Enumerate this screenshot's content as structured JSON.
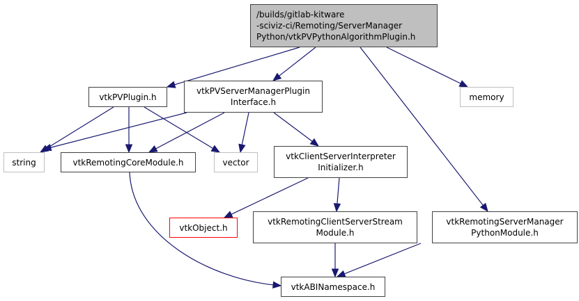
{
  "graph": {
    "edge_color": "#191970",
    "nodes": [
      {
        "id": "root",
        "lines": [
          "/builds/gitlab-kitware",
          "-sciviz-ci/Remoting/ServerManager",
          "Python/vtkPVPythonAlgorithmPlugin.h"
        ],
        "kind": "root"
      },
      {
        "id": "vtkPVPlugin",
        "lines": [
          "vtkPVPlugin.h"
        ],
        "kind": "link"
      },
      {
        "id": "vtkPVSMPluginInterface",
        "lines": [
          "vtkPVServerManagerPlugin",
          "Interface.h"
        ],
        "kind": "link"
      },
      {
        "id": "memory",
        "lines": [
          "memory"
        ],
        "kind": "sys"
      },
      {
        "id": "string",
        "lines": [
          "string"
        ],
        "kind": "sys"
      },
      {
        "id": "vtkRemotingCoreModule",
        "lines": [
          "vtkRemotingCoreModule.h"
        ],
        "kind": "link"
      },
      {
        "id": "vector",
        "lines": [
          "vector"
        ],
        "kind": "sys"
      },
      {
        "id": "vtkCSInterpInit",
        "lines": [
          "vtkClientServerInterpreter",
          "Initializer.h"
        ],
        "kind": "link"
      },
      {
        "id": "vtkObject",
        "lines": [
          "vtkObject.h"
        ],
        "kind": "missing"
      },
      {
        "id": "vtkRCSStreamModule",
        "lines": [
          "vtkRemotingClientServerStream",
          "Module.h"
        ],
        "kind": "link"
      },
      {
        "id": "vtkRSMPythonModule",
        "lines": [
          "vtkRemotingServerManager",
          "PythonModule.h"
        ],
        "kind": "link"
      },
      {
        "id": "vtkABINamespace",
        "lines": [
          "vtkABINamespace.h"
        ],
        "kind": "link"
      }
    ],
    "edges": [
      [
        "root",
        "vtkPVPlugin"
      ],
      [
        "root",
        "vtkPVSMPluginInterface"
      ],
      [
        "root",
        "memory"
      ],
      [
        "root",
        "vtkRSMPythonModule"
      ],
      [
        "vtkPVPlugin",
        "string"
      ],
      [
        "vtkPVPlugin",
        "vtkRemotingCoreModule"
      ],
      [
        "vtkPVPlugin",
        "vector"
      ],
      [
        "vtkPVSMPluginInterface",
        "string"
      ],
      [
        "vtkPVSMPluginInterface",
        "vtkRemotingCoreModule"
      ],
      [
        "vtkPVSMPluginInterface",
        "vector"
      ],
      [
        "vtkPVSMPluginInterface",
        "vtkCSInterpInit"
      ],
      [
        "vtkRemotingCoreModule",
        "vtkABINamespace"
      ],
      [
        "vtkCSInterpInit",
        "vtkObject"
      ],
      [
        "vtkCSInterpInit",
        "vtkRCSStreamModule"
      ],
      [
        "vtkRCSStreamModule",
        "vtkABINamespace"
      ],
      [
        "vtkRSMPythonModule",
        "vtkABINamespace"
      ]
    ]
  }
}
